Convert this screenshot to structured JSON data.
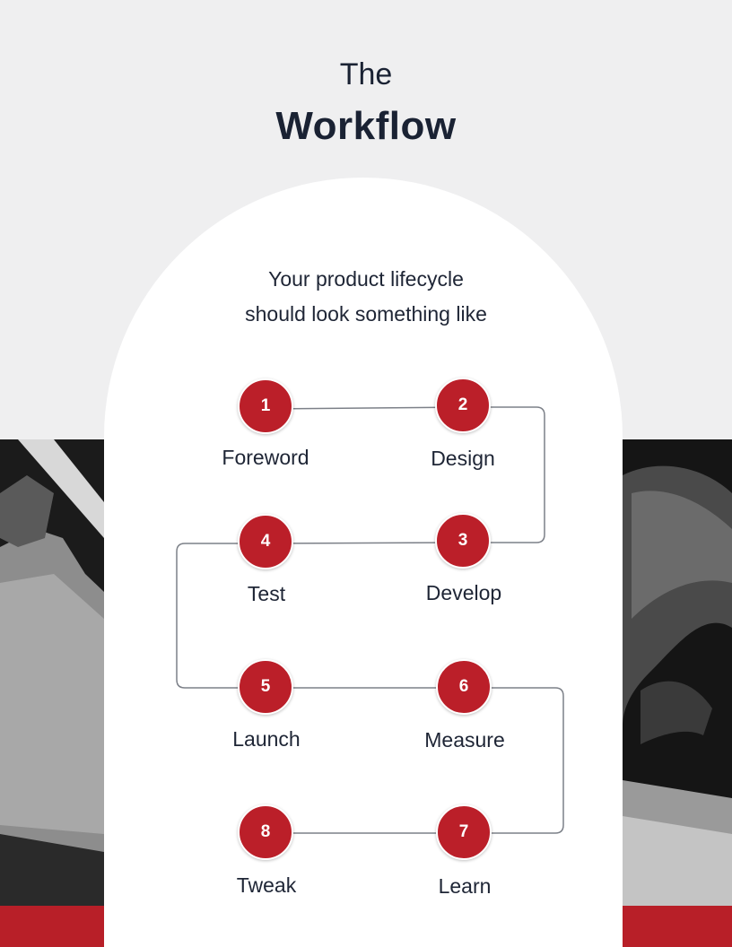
{
  "header": {
    "title_small": "The",
    "title_big": "Workflow"
  },
  "intro": {
    "line1": "Your product lifecycle",
    "line2": "should look something like"
  },
  "steps": [
    {
      "number": "1",
      "label": "Foreword"
    },
    {
      "number": "2",
      "label": "Design"
    },
    {
      "number": "3",
      "label": "Develop"
    },
    {
      "number": "4",
      "label": "Test"
    },
    {
      "number": "5",
      "label": "Launch"
    },
    {
      "number": "6",
      "label": "Measure"
    },
    {
      "number": "7",
      "label": "Learn"
    },
    {
      "number": "8",
      "label": "Tweak"
    }
  ],
  "colors": {
    "accent": "#b81f28",
    "background": "#efeff0",
    "text": "#1a2233",
    "connector": "#7c8088"
  }
}
